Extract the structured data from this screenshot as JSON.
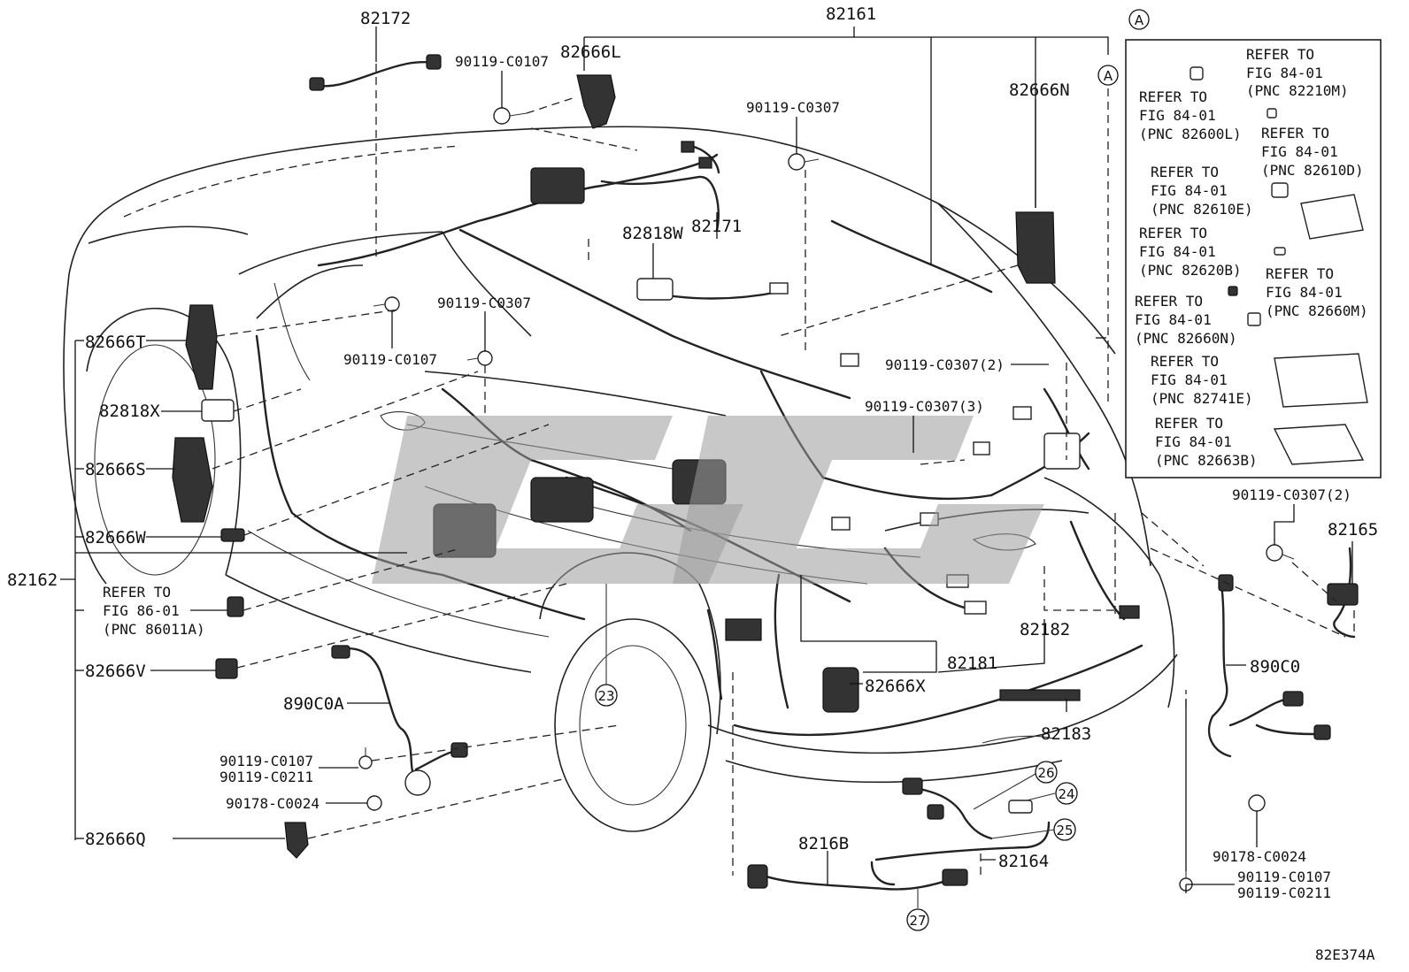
{
  "callouts": {
    "p82172": "82172",
    "p82161": "82161",
    "p90119_c0107_top": "90119-C0107",
    "p82666L": "82666L",
    "p82666N": "82666N",
    "p90119_c0307_top": "90119-C0307",
    "p82818W": "82818W",
    "p82171": "82171",
    "p90119_c0307_mid": "90119-C0307",
    "p90119_c0107_mid": "90119-C0107",
    "p82666T": "82666T",
    "p82818X": "82818X",
    "p82666S": "82666S",
    "p82666W": "82666W",
    "p82162": "82162",
    "refer_86_l1": "REFER TO",
    "refer_86_l2": "FIG 86-01",
    "refer_86_l3": "(PNC 86011A)",
    "p82666V": "82666V",
    "p890C0A": "890C0A",
    "p90119_c0107_low": "90119-C0107",
    "p90119_c0211_low": "90119-C0211",
    "p90178_c0024_low": "90178-C0024",
    "p82666Q": "82666Q",
    "p90119_c0307_2": "90119-C0307(2)",
    "p90119_c0307_3": "90119-C0307(3)",
    "p82182": "82182",
    "p82181": "82181",
    "p82666X": "82666X",
    "p82183": "82183",
    "p8216B": "8216B",
    "p82164": "82164",
    "p90119_c0307_2_right": "90119-C0307(2)",
    "p82165": "82165",
    "p890C0": "890C0",
    "p90178_c0024_right": "90178-C0024",
    "p90119_c0107_right": "90119-C0107",
    "p90119_c0211_right": "90119-C0211",
    "figure_id": "82E374A"
  },
  "circle_refs": {
    "a_top": "A",
    "a_inner": "A",
    "n23": "23",
    "n24": "24",
    "n25": "25",
    "n26": "26",
    "n27": "27"
  },
  "refer_box": [
    {
      "l1": "REFER TO",
      "l2": "FIG 84-01",
      "l3": "(PNC 82210M)"
    },
    {
      "l1": "REFER TO",
      "l2": "FIG 84-01",
      "l3": "(PNC 82600L)"
    },
    {
      "l1": "REFER TO",
      "l2": "FIG 84-01",
      "l3": "(PNC 82610D)"
    },
    {
      "l1": "REFER TO",
      "l2": "FIG 84-01",
      "l3": "(PNC 82610E)"
    },
    {
      "l1": "REFER TO",
      "l2": "FIG 84-01",
      "l3": "(PNC 82620B)"
    },
    {
      "l1": "REFER TO",
      "l2": "FIG 84-01",
      "l3": "(PNC 82660M)"
    },
    {
      "l1": "REFER TO",
      "l2": "FIG 84-01",
      "l3": "(PNC 82660N)"
    },
    {
      "l1": "REFER TO",
      "l2": "FIG 84-01",
      "l3": "(PNC 82741E)"
    },
    {
      "l1": "REFER TO",
      "l2": "FIG 84-01",
      "l3": "(PNC 82663B)"
    }
  ],
  "colors": {
    "ink": "#111111",
    "watermark": "#9a9a9a",
    "background": "#ffffff"
  }
}
